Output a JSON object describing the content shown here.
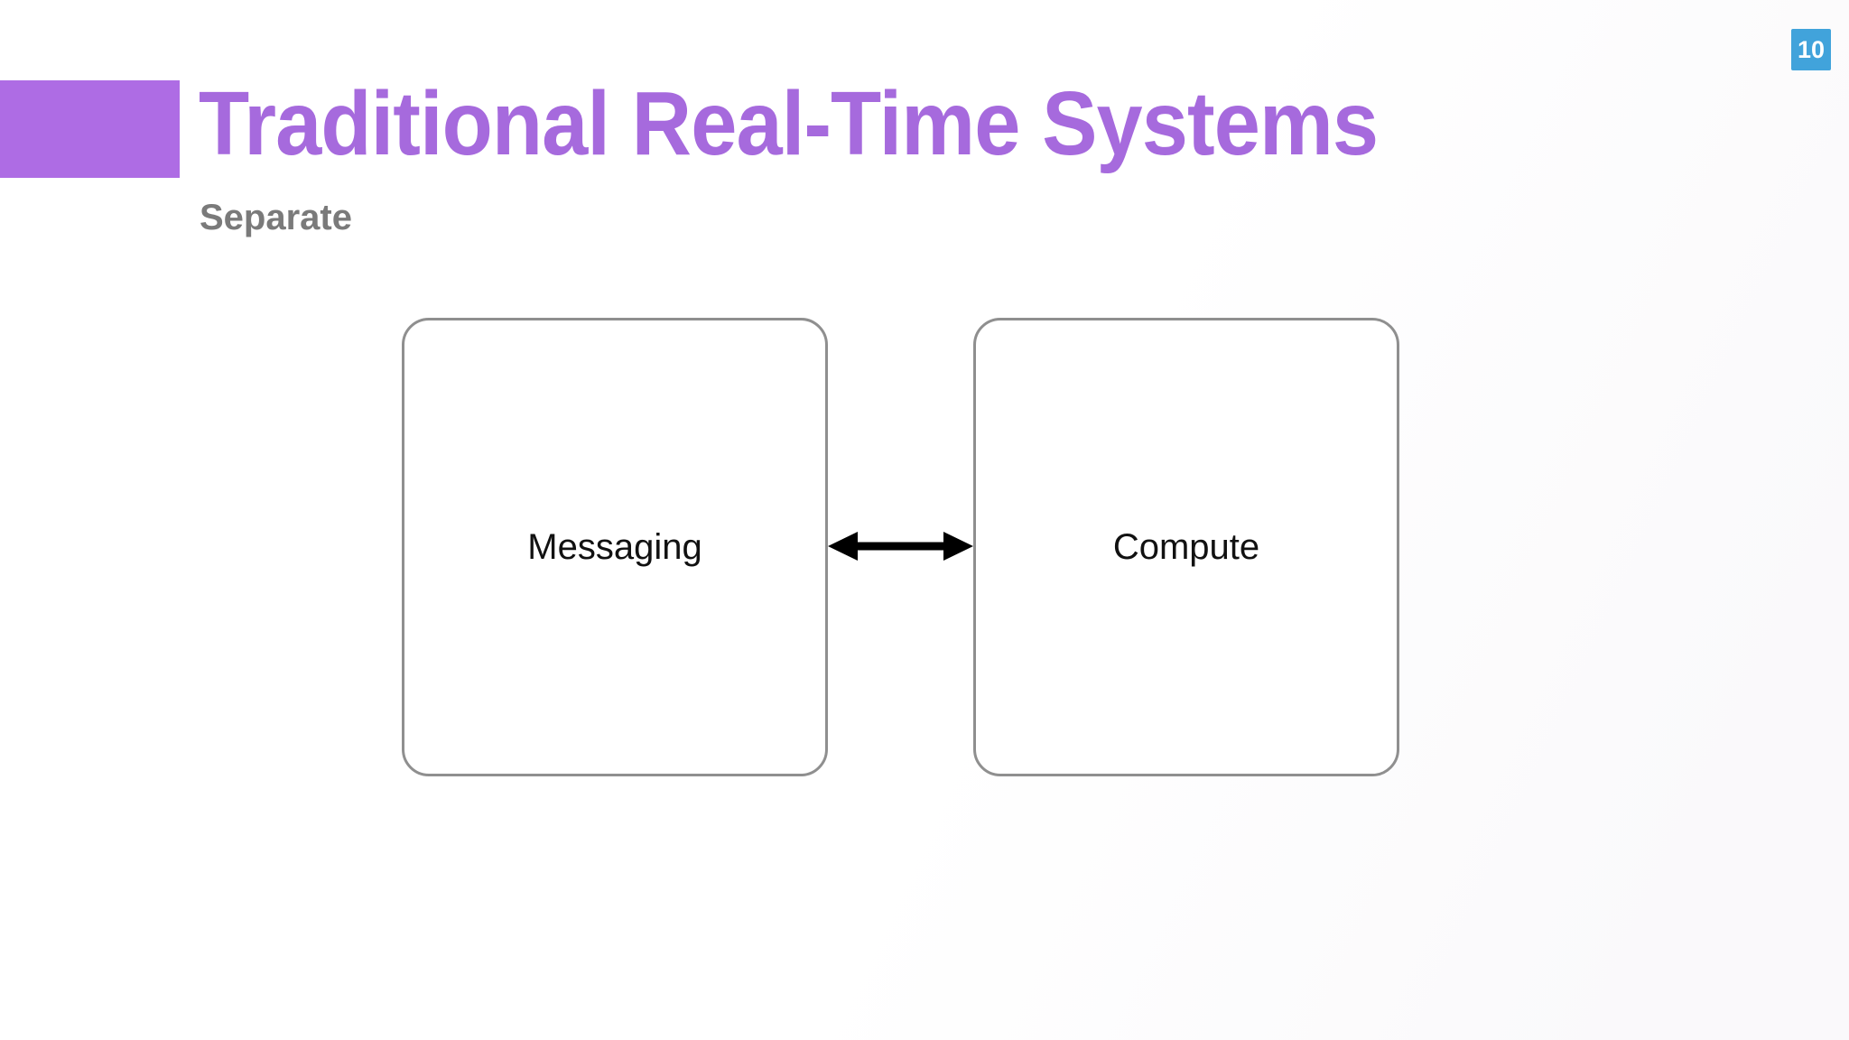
{
  "slide": {
    "title": "Traditional Real-Time Systems",
    "subtitle": "Separate",
    "page_number": "10"
  },
  "diagram": {
    "boxes": [
      {
        "label": "Messaging"
      },
      {
        "label": "Compute"
      }
    ],
    "connector_icon": "double-headed-arrow"
  },
  "colors": {
    "accent_bar": "#AE6CE4",
    "title_text": "#A66ADD",
    "subtitle_text": "#7A7A7A",
    "badge_bg": "#41A3DB",
    "badge_text": "#FFFFFF",
    "box_border": "#8F8F8F",
    "box_label": "#111111",
    "arrow": "#000000"
  }
}
